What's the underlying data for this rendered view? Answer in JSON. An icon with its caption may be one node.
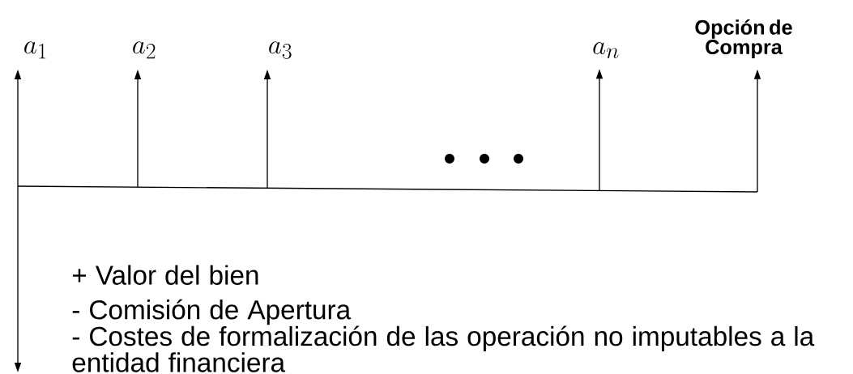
{
  "diagram": {
    "nodes": [
      {
        "text": [
          "a_1"
        ]
      },
      {
        "text": [
          "a_2"
        ]
      },
      {
        "text": [
          "a_3"
        ]
      },
      {
        "text": [
          "a_n"
        ]
      },
      {
        "text": [
          "Opción de Compra"
        ]
      },
      {
        "text": [
          "+ Valor del bien",
          "- Comisión de Apertura",
          "- Costes de formalización de las operación no imputables a la entidad financiera"
        ]
      }
    ],
    "edges": [
      {
        "from": null,
        "to": 0,
        "arrow": "to"
      },
      {
        "from": null,
        "to": 1,
        "arrow": "to"
      },
      {
        "from": null,
        "to": 2,
        "arrow": "to"
      },
      {
        "from": null,
        "to": 3,
        "arrow": "to"
      },
      {
        "from": null,
        "to": 4,
        "arrow": "to"
      },
      {
        "from": null,
        "to": 5,
        "arrow": "to"
      }
    ]
  }
}
